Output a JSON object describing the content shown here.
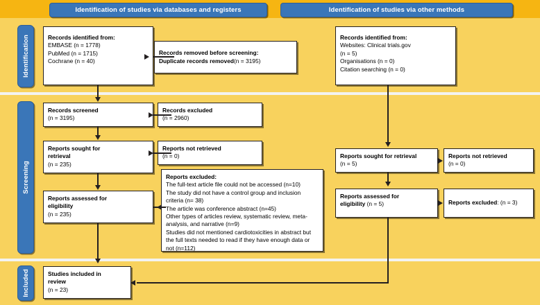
{
  "headers": {
    "databases": "Identification of studies via databases and registers",
    "other": "Identification of studies via other methods"
  },
  "stages": {
    "identification": "Identification",
    "screening": "Screening",
    "included": "Included"
  },
  "boxes": {
    "records_identified": {
      "title": "Records identified from:",
      "lines": [
        "EMBASE (n = 1778)",
        "PubMed (n = 1715)",
        "Cochrane (n = 40)"
      ]
    },
    "duplicates_removed": {
      "title": "Records removed before screening:",
      "label": "Duplicate records removed",
      "count": "(n = 3195)"
    },
    "records_screened": {
      "title": "Records screened",
      "count": "(n = 3195)"
    },
    "records_excluded": {
      "title": "Records excluded",
      "count": " (n = 2960)"
    },
    "reports_sought": {
      "title": "Reports sought for",
      "title2": "retrieval",
      "count": "(n = 235)"
    },
    "reports_not_retrieved": {
      "title": "Reports not retrieved",
      "count": "(n = 0)"
    },
    "reports_assessed": {
      "title": "Reports assessed for",
      "title2": "eligibility",
      "count": "(n = 235)"
    },
    "reports_excluded_detail": {
      "title": "Reports excluded:",
      "reasons": [
        "The full-text article file could not be accessed (n=10)",
        "The study did not have a control group and inclusion criteria  (n= 38)",
        "The article was conference abstract (n=45)",
        "Other types of articles review, systematic review, meta-analysis, and narrative  (n=9)",
        "Studies did not mentioned cardiotoxicities in abstract but the full texts needed to read if they have enough data or not (n=112)"
      ]
    },
    "records_identified_other": {
      "title": "Records identified from:",
      "lines": [
        "Websites: Clinical trials.gov",
        "(n = 5)",
        "Organisations (n = 0)",
        "Citation searching (n = 0)"
      ]
    },
    "reports_sought_other": {
      "title": "Reports sought for retrieval",
      "count": "(n = 5)"
    },
    "reports_not_retrieved_other": {
      "title": "Reports not retrieved",
      "count": "(n = 0)"
    },
    "reports_assessed_other": {
      "title": "Reports assessed for",
      "title2": "eligibility",
      "count": " (n = 5)"
    },
    "reports_excluded_other": {
      "title": "Reports excluded",
      "count": ": (n = 3)"
    },
    "studies_included": {
      "title": "Studies included in",
      "title2": "review",
      "count": "(n = 23)"
    }
  },
  "colors": {
    "band_top": "#f6b512",
    "band_body": "#f8d25d",
    "pill_blue": "#3a76b8",
    "box_border": "#231f20",
    "divider": "#f3f3f1"
  }
}
